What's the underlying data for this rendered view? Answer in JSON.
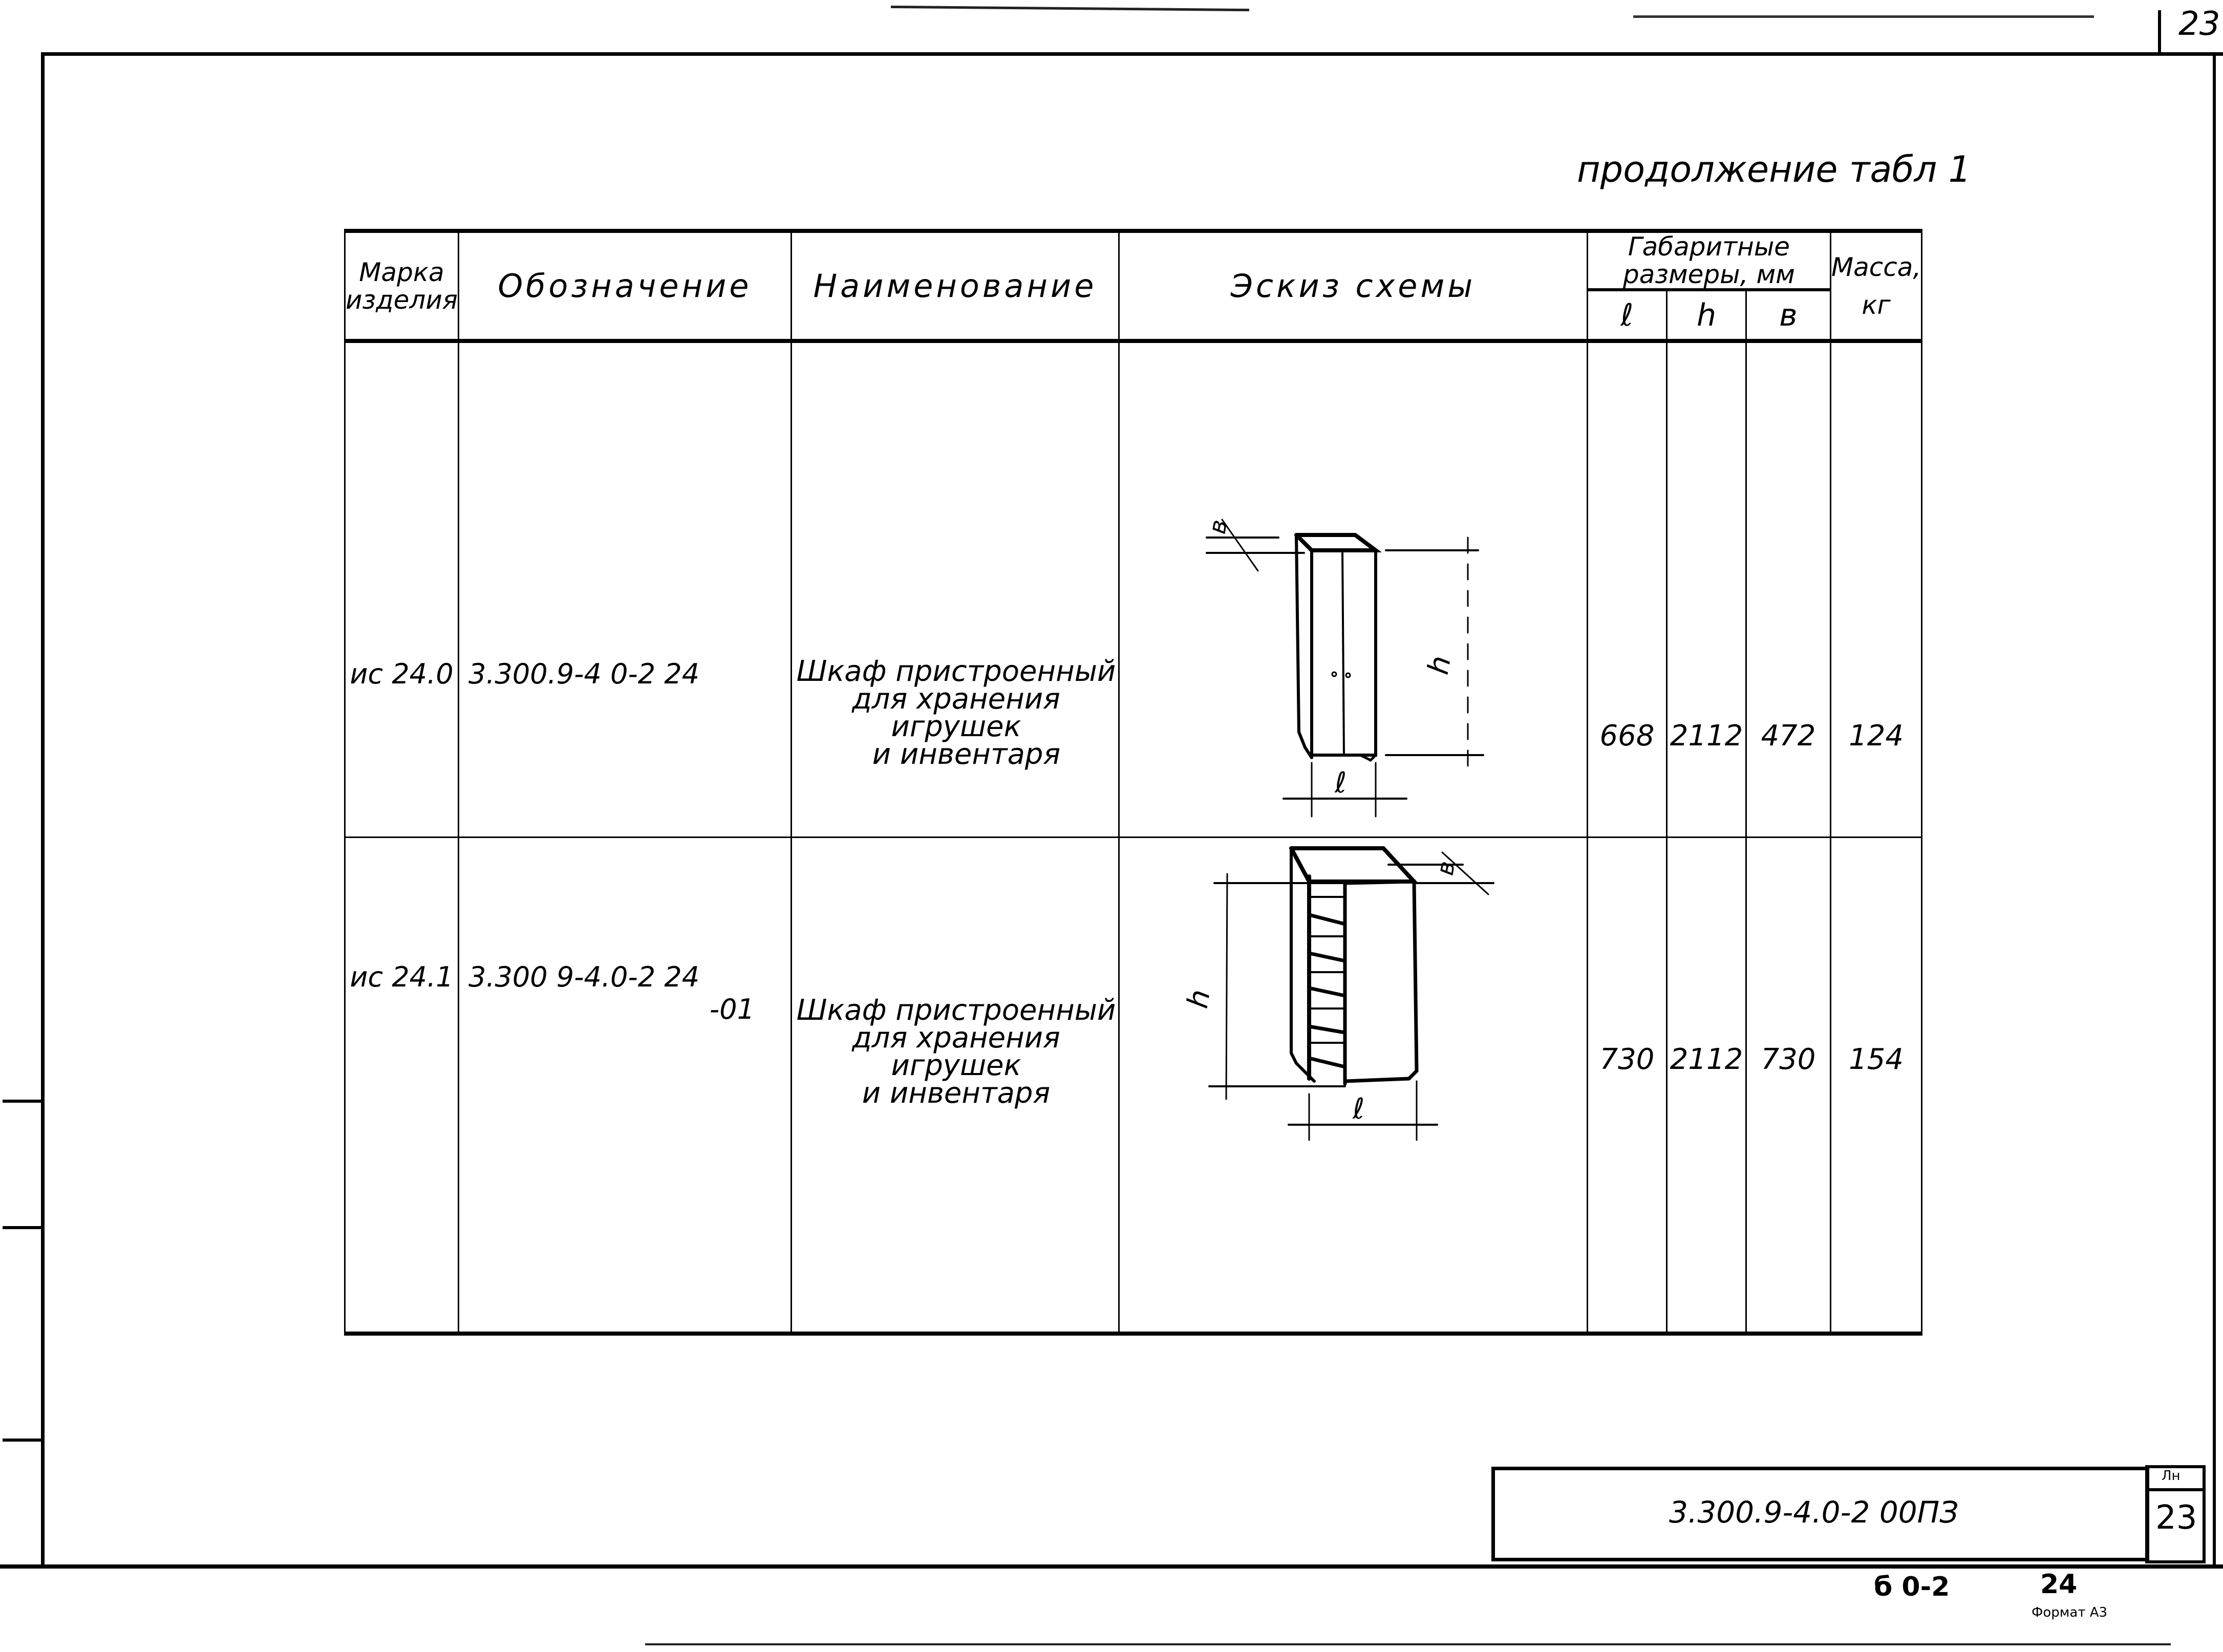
{
  "page": {
    "corner_sheet_number": "23",
    "continuation_caption": "продолжение табл 1"
  },
  "table": {
    "headers": {
      "mark": [
        "Марка",
        "изделия"
      ],
      "designation": "Обозначение",
      "name": "Наименование",
      "sketch": "Эскиз схемы",
      "dimensions_group": [
        "Габаритные",
        "размеры, мм"
      ],
      "dim_l": "ℓ",
      "dim_h": "h",
      "dim_b": "в",
      "mass": [
        "Масса,",
        "кг"
      ]
    },
    "rows": [
      {
        "mark": "ис 24.0",
        "designation": "3.300.9-4 0-2 24",
        "designation_suffix": "",
        "name": [
          "Шкаф пристроенный",
          "для хранения игрушек",
          "и инвентаря"
        ],
        "sketch": {
          "label_b": "в",
          "label_h": "h",
          "label_l": "ℓ",
          "type": "cabinet-closed-doors"
        },
        "l": "668",
        "h": "2112",
        "b": "472",
        "mass": "124"
      },
      {
        "mark": "ис 24.1",
        "designation": "3.300 9-4.0-2 24",
        "designation_suffix": "-01",
        "name": [
          "Шкаф пристроенный",
          "для хранения игрушек",
          "и инвентаря"
        ],
        "sketch": {
          "label_b": "в",
          "label_h": "h",
          "label_l": "ℓ",
          "type": "cabinet-open-shelves"
        },
        "l": "730",
        "h": "2112",
        "b": "730",
        "mass": "154"
      }
    ]
  },
  "title_block": {
    "document_code": "3.300.9-4.0-2 00ПЗ",
    "sheet_label": "Лн",
    "sheet_number": "23"
  },
  "footer": {
    "series": "б 0-2",
    "number": "24",
    "format": "Формат А3"
  }
}
